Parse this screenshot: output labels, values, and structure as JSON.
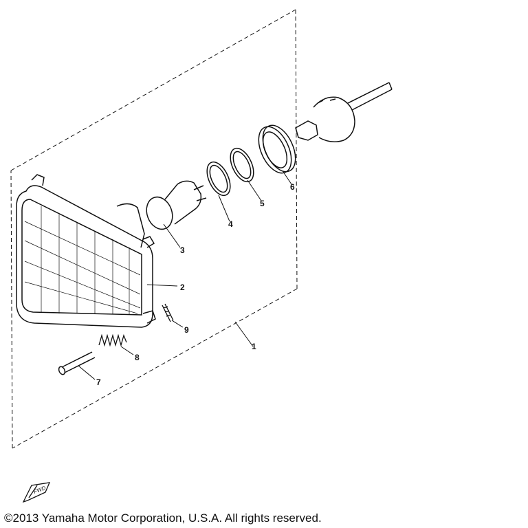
{
  "diagram": {
    "callouts": {
      "c1": "1",
      "c2": "2",
      "c3": "3",
      "c4": "4",
      "c5": "5",
      "c6": "6",
      "c7": "7",
      "c8": "8",
      "c9": "9"
    },
    "fwd_label": "FWD"
  },
  "footer": {
    "copyright": "©2013 Yamaha Motor Corporation, U.S.A. All rights reserved."
  },
  "colors": {
    "line": "#111111",
    "background": "#ffffff"
  }
}
